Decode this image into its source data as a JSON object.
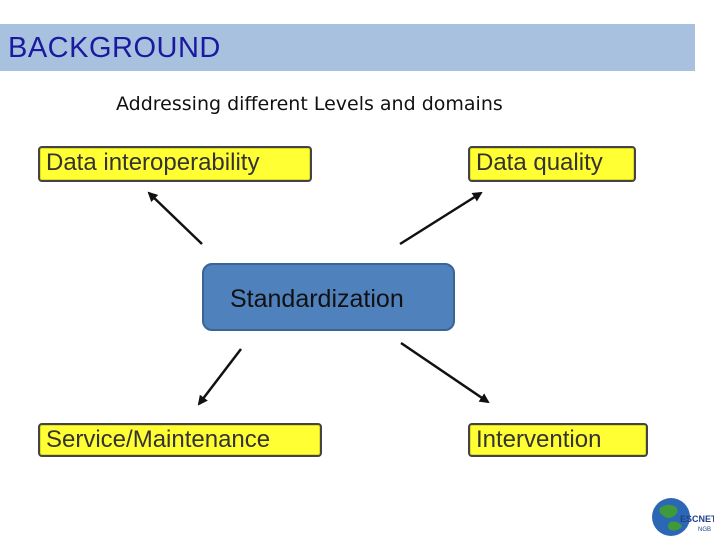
{
  "header": {
    "title": "BACKGROUND"
  },
  "subtitle": "Addressing different Levels and domains",
  "diagram": {
    "center": "Standardization",
    "top_left": "Data interoperability",
    "top_right": "Data quality",
    "bottom_left": "Service/Maintenance",
    "bottom_right": "Intervention"
  },
  "colors": {
    "header_bg": "#a8c1de",
    "header_text": "#1a1aa0",
    "box_fill": "#ffff33",
    "center_fill": "#4f81bd"
  },
  "logo": {
    "text_main": "ESCNET",
    "text_sub": "NGB",
    "icon": "globe-logo-icon"
  }
}
